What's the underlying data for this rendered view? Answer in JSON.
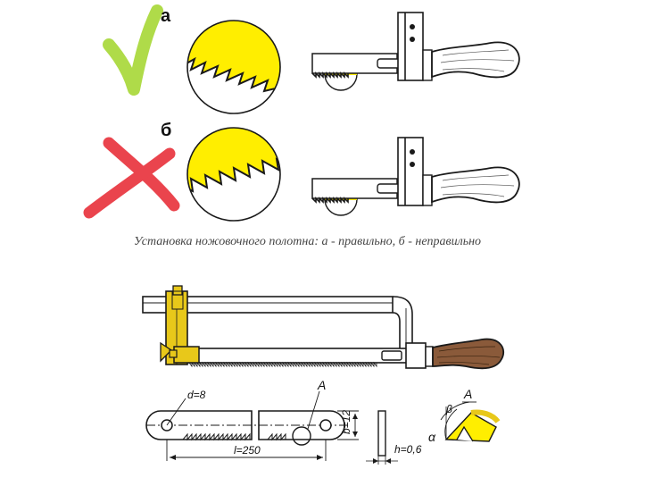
{
  "labels": {
    "correct": "а",
    "wrong": "б",
    "caption": "Установка ножовочного полотна: а - правильно, б - неправильно"
  },
  "dimensions": {
    "hole_diameter": "d=8",
    "length": "l=250",
    "width": "b=12",
    "thickness": "h=0,6",
    "detail": "A",
    "detail_zoom": "A",
    "angle_alpha": "α",
    "angle_beta": "β"
  },
  "colors": {
    "check": "#a8d83a",
    "cross": "#e8303a",
    "highlight": "#ffee00",
    "frame_yellow": "#e8c81a",
    "handle": "#8a5a3a"
  }
}
